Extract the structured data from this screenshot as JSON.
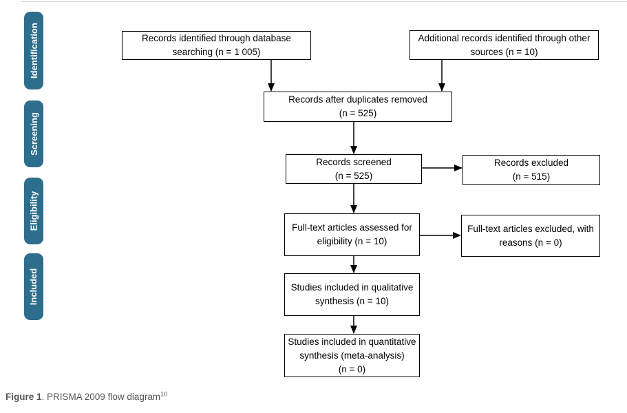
{
  "stages": [
    {
      "label": "Identification"
    },
    {
      "label": "Screening"
    },
    {
      "label": "Eligibility"
    },
    {
      "label": "Included"
    }
  ],
  "boxes": {
    "records_identified": "Records identified through database\nsearching (n = 1 005)",
    "additional_records": "Additional records identified through other\nsources (n = 10)",
    "duplicates_removed": "Records after duplicates removed\n(n = 525)",
    "records_screened": "Records screened\n(n = 525)",
    "records_excluded": "Records excluded\n(n = 515)",
    "fulltext_assessed": "Full-text articles assessed for\neligibility (n = 10)",
    "fulltext_excluded": "Full-text articles excluded, with\nreasons (n = 0)",
    "qualitative_synthesis": "Studies included in qualitative\nsynthesis (n = 10)",
    "quantitative_synthesis": "Studies included in quantitative\nsynthesis (meta-analysis)\n(n = 0)"
  },
  "caption": {
    "bold": "Figure 1",
    "rest": ". PRISMA 2009 flow diagram",
    "superscript": "10"
  },
  "colors": {
    "stage_pill": "#2E6E8D",
    "pill_text": "#FFFFFF",
    "box_border": "#000000",
    "box_text": "#000000",
    "caption_text": "#55565A",
    "arrow": "#000000"
  }
}
